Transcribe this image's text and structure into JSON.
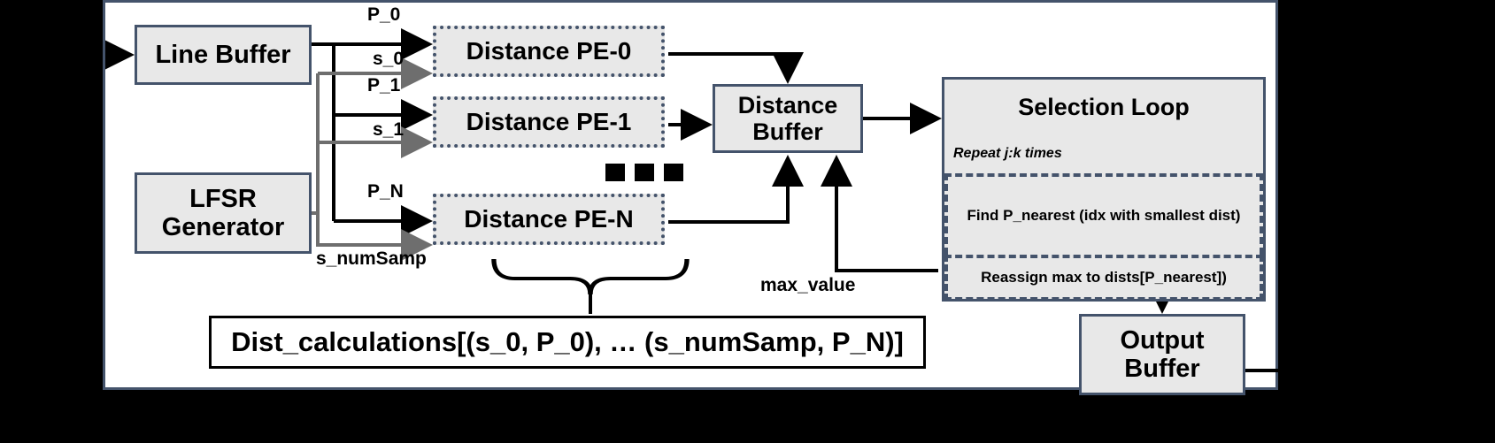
{
  "diagram": {
    "title": "kNN accelerator datapath block diagram",
    "colors": {
      "block_border": "#44536b",
      "block_fill": "#e8e8e8",
      "canvas": "#ffffff",
      "margin": "#000000",
      "wire_primary": "#000000",
      "wire_secondary": "#6e6e6e"
    }
  },
  "blocks": {
    "line_buffer": {
      "label": "Line Buffer"
    },
    "lfsr": {
      "label_line1": "LFSR",
      "label_line2": "Generator"
    },
    "pe0": {
      "label": "Distance PE-0"
    },
    "pe1": {
      "label": "Distance PE-1"
    },
    "peN": {
      "label": "Distance PE-N"
    },
    "distance_buffer": {
      "label_line1": "Distance",
      "label_line2": "Buffer"
    },
    "output_buffer": {
      "label_line1": "Output",
      "label_line2": "Buffer"
    },
    "dist_calculations": {
      "label": "Dist_calculations[(s_0, P_0), … (s_numSamp, P_N)]"
    }
  },
  "selection_loop": {
    "title": "Selection Loop",
    "repeat": "Repeat j:k times",
    "step_find": "Find P_nearest (idx with smallest dist)",
    "step_reassign": "Reassign max to dists[P_nearest])"
  },
  "signals": {
    "p0": "P_0",
    "s0": "s_0",
    "p1": "P_1",
    "s1": "s_1",
    "pN": "P_N",
    "s_numsamp": "s_numSamp",
    "max_value": "max_value"
  },
  "ellipsis": {
    "name": "three-square-ellipsis",
    "count": 3
  }
}
